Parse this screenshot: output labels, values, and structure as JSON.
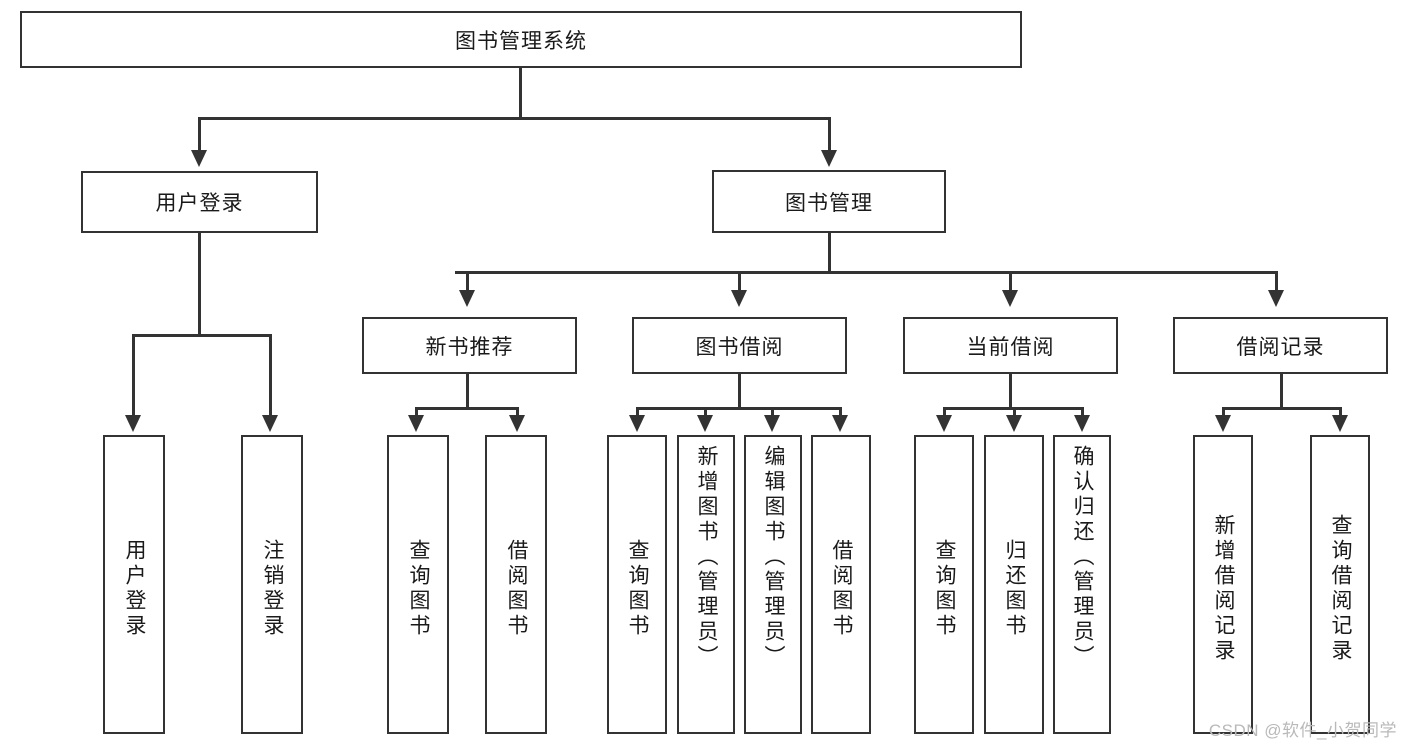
{
  "diagram": {
    "type": "tree-hierarchy-functional-decomposition",
    "root": {
      "label": "图书管理系统"
    },
    "level2": [
      {
        "label": "用户登录"
      },
      {
        "label": "图书管理"
      }
    ],
    "level3": [
      {
        "label": "新书推荐"
      },
      {
        "label": "图书借阅"
      },
      {
        "label": "当前借阅"
      },
      {
        "label": "借阅记录"
      }
    ],
    "leaves": {
      "user_login": [
        {
          "label": "用户登录"
        },
        {
          "label": "注销登录"
        }
      ],
      "new_book_recommend": [
        {
          "label": "查询图书"
        },
        {
          "label": "借阅图书"
        }
      ],
      "book_borrow": [
        {
          "label": "查询图书"
        },
        {
          "label": "新增图书（管理员）"
        },
        {
          "label": "编辑图书（管理员）"
        },
        {
          "label": "借阅图书"
        }
      ],
      "current_borrow": [
        {
          "label": "查询图书"
        },
        {
          "label": "归还图书"
        },
        {
          "label": "确认归还（管理员）"
        }
      ],
      "borrow_record": [
        {
          "label": "新增借阅记录"
        },
        {
          "label": "查询借阅记录"
        }
      ]
    }
  },
  "watermark": {
    "text": "CSDN @软件_小贺同学"
  },
  "colors": {
    "stroke": "#333333",
    "fill": "#ffffff",
    "text": "#1a1a1a",
    "watermark": "#b9b9b9"
  }
}
